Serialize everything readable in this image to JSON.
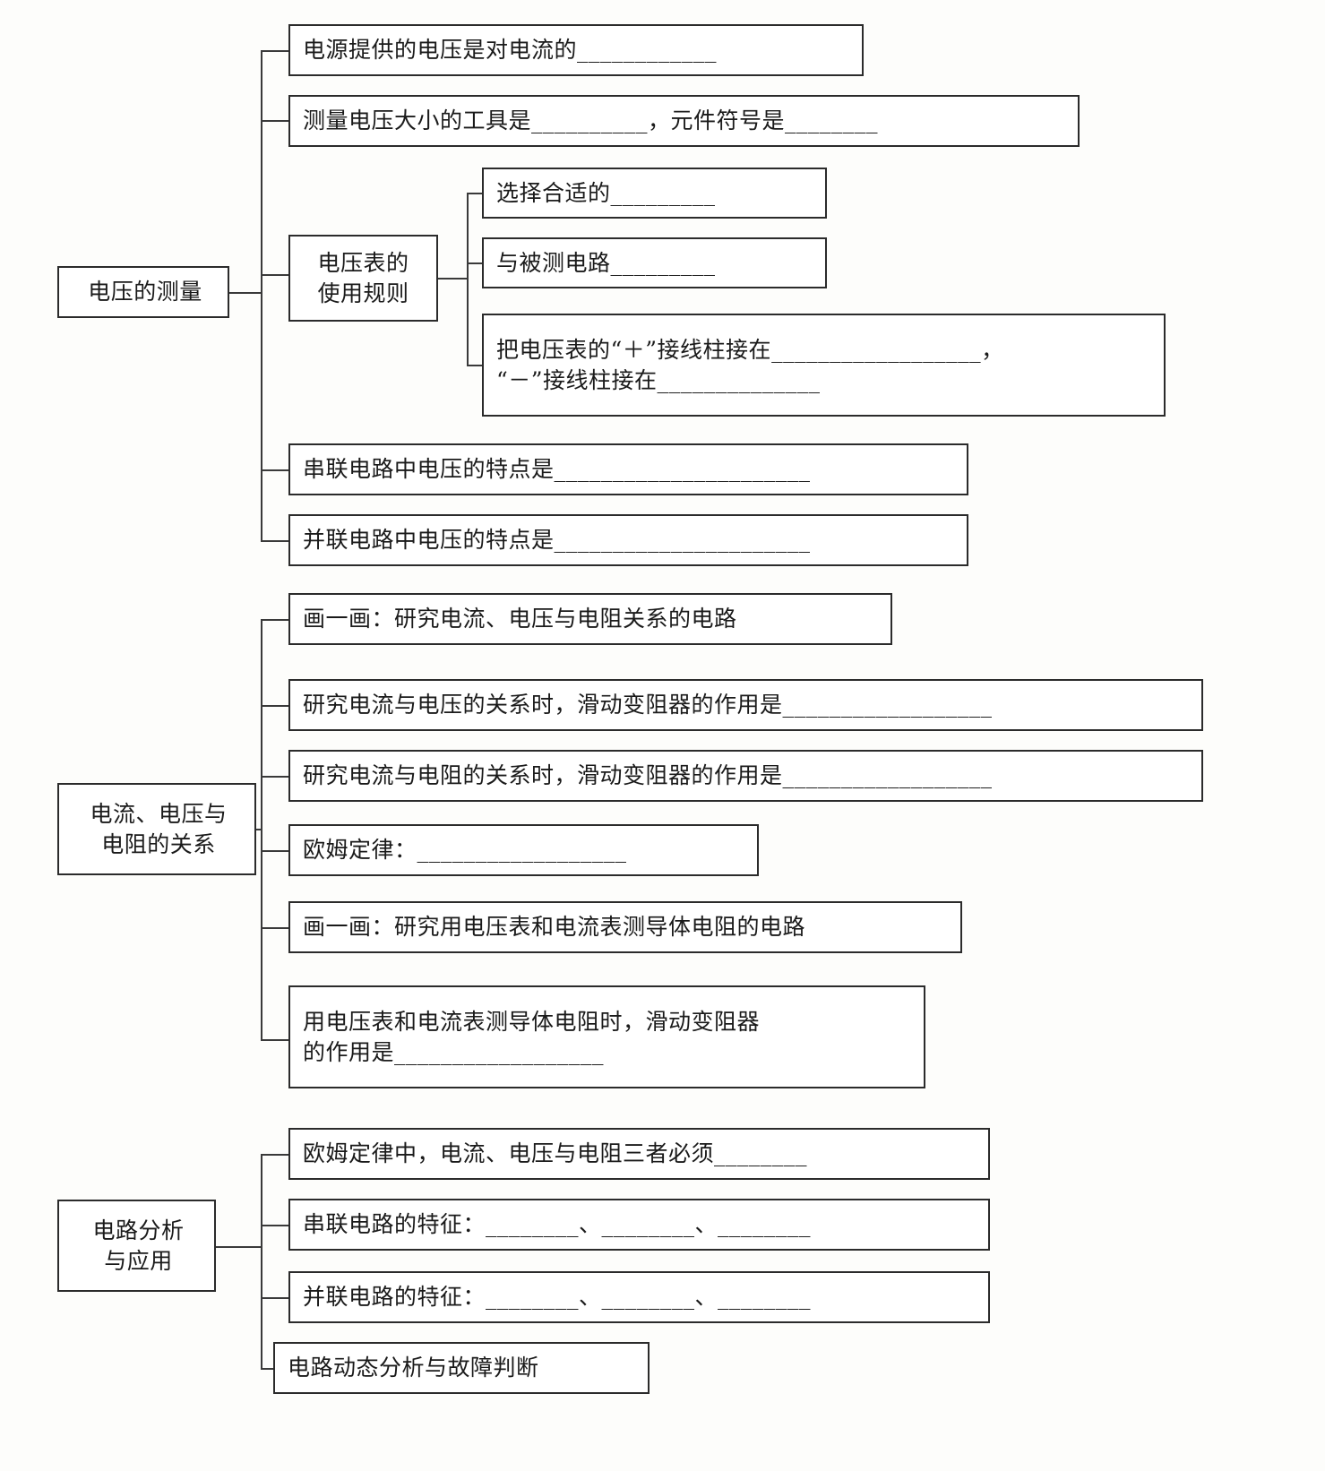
{
  "document": {
    "type": "mind-map",
    "subject": "初中物理 电压与电阻 知识框架",
    "language": "zh-CN",
    "background_color": "#fdfdfb",
    "line_color": "#3a3a3a",
    "text_color": "#1a1a1a"
  },
  "branches": [
    {
      "id": "voltage-measurement",
      "root_label": "电压的测量",
      "children": [
        {
          "id": "b1-c1",
          "text": "电源提供的电压是对电流的____________"
        },
        {
          "id": "b1-c2",
          "text": "测量电压大小的工具是__________，元件符号是________"
        },
        {
          "id": "b1-c3",
          "text": "电压表的\n使用规则",
          "grandchildren": [
            {
              "id": "b1-c3-g1",
              "text": "选择合适的_________"
            },
            {
              "id": "b1-c3-g2",
              "text": "与被测电路_________"
            },
            {
              "id": "b1-c3-g3",
              "text": "把电压表的“＋”接线柱接在__________________，\n“－”接线柱接在______________"
            }
          ]
        },
        {
          "id": "b1-c4",
          "text": "串联电路中电压的特点是______________________"
        },
        {
          "id": "b1-c5",
          "text": "并联电路中电压的特点是______________________"
        }
      ]
    },
    {
      "id": "current-voltage-resistance",
      "root_label": "电流、电压与\n电阻的关系",
      "children": [
        {
          "id": "b2-c1",
          "text": "画一画：研究电流、电压与电阻关系的电路"
        },
        {
          "id": "b2-c2",
          "text": "研究电流与电压的关系时，滑动变阻器的作用是__________________"
        },
        {
          "id": "b2-c3",
          "text": "研究电流与电阻的关系时，滑动变阻器的作用是__________________"
        },
        {
          "id": "b2-c4",
          "text": "欧姆定律：__________________"
        },
        {
          "id": "b2-c5",
          "text": "画一画：研究用电压表和电流表测导体电阻的电路"
        },
        {
          "id": "b2-c6",
          "text": "用电压表和电流表测导体电阻时，滑动变阻器\n的作用是__________________"
        }
      ]
    },
    {
      "id": "circuit-analysis",
      "root_label": "电路分析\n与应用",
      "children": [
        {
          "id": "b3-c1",
          "text": "欧姆定律中，电流、电压与电阻三者必须________"
        },
        {
          "id": "b3-c2",
          "text": "串联电路的特征：________、________、________"
        },
        {
          "id": "b3-c3",
          "text": "并联电路的特征：________、________、________"
        },
        {
          "id": "b3-c4",
          "text": "电路动态分析与故障判断"
        }
      ]
    }
  ]
}
